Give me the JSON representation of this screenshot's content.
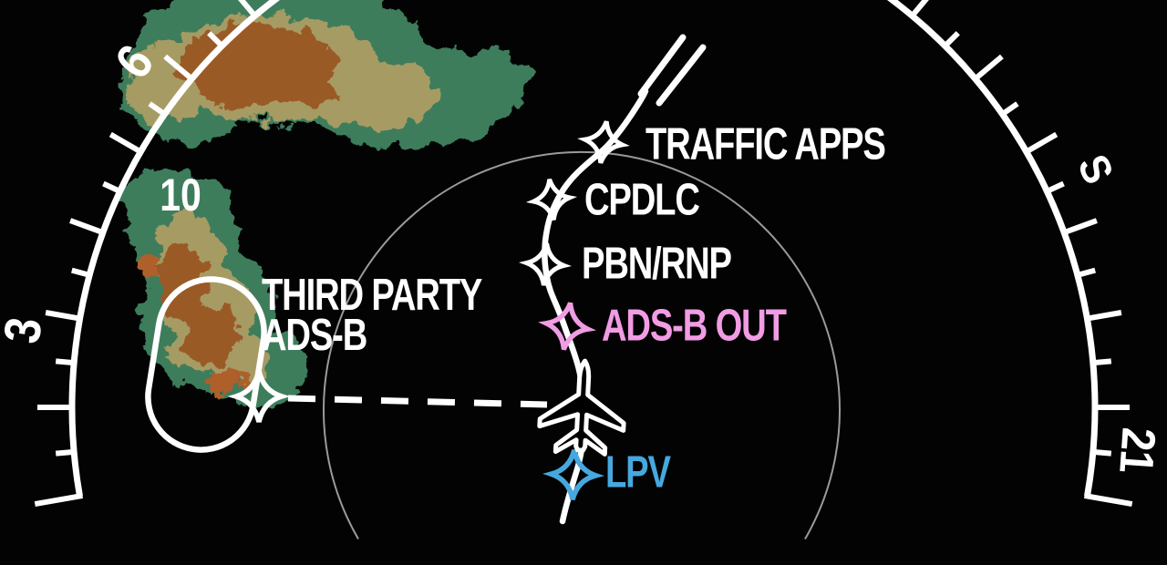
{
  "display_type": "navigation-map-display",
  "compass": {
    "heading_labels": [
      {
        "id": "3",
        "text": "3"
      },
      {
        "id": "6",
        "text": "6"
      },
      {
        "id": "S",
        "text": "S"
      },
      {
        "id": "21",
        "text": "21"
      }
    ],
    "range_label": "10"
  },
  "waypoints": [
    {
      "id": "traffic-apps",
      "label": "TRAFFIC APPS",
      "color": "#FFFFFF"
    },
    {
      "id": "cpdlc",
      "label": "CPDLC",
      "color": "#FFFFFF"
    },
    {
      "id": "pbn-rnp",
      "label": "PBN/RNP",
      "color": "#FFFFFF"
    },
    {
      "id": "ads-b-out",
      "label": "ADS-B OUT",
      "color": "#F19CE4"
    },
    {
      "id": "lpv",
      "label": "LPV",
      "color": "#46A8DE"
    }
  ],
  "third_party": {
    "line1": "THIRD PARTY",
    "line2": "ADS-B",
    "color": "#FFFFFF"
  },
  "icons": [
    "waypoint-star-icon",
    "aircraft-icon",
    "holding-pattern-icon",
    "route-break-icon",
    "compass-arc",
    "range-ring",
    "terrain-blob"
  ],
  "colors": {
    "background": "#030303",
    "route_white": "#FFFFFF",
    "ads_b_out_pink": "#F19CE4",
    "lpv_cyan": "#46A8DE",
    "range_ring_gray": "#9A9A9A",
    "terrain_green": "#3E7D5C",
    "terrain_tan": "#A69B63",
    "terrain_brown": "#9A5A28",
    "terrain_orange": "#AF5E2C"
  }
}
